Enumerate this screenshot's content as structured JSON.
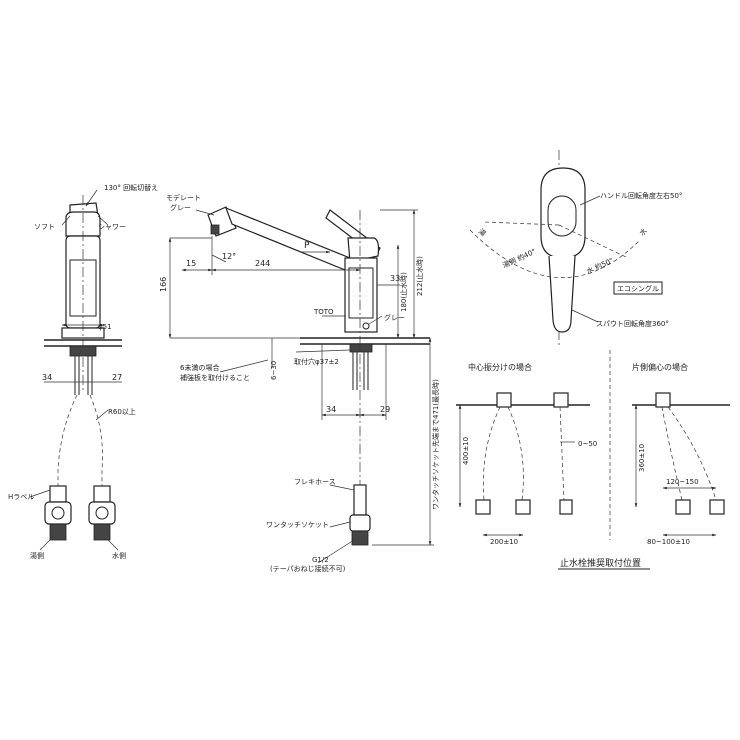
{
  "front_view": {
    "rotation_angle": "130° 回転切替え",
    "soft": "ソフト",
    "shower": "シャワー",
    "dia_51": "φ51",
    "dim_34": "34",
    "dim_27": "27",
    "r60": "R60以上",
    "h_label": "Hラベル",
    "hot_side": "湯側",
    "water_side": "水側"
  },
  "side_view": {
    "moderate_gray": "モデレート\nグレー",
    "angle_12": "12°",
    "dim_15": "15",
    "dim_244": "244",
    "dim_166": "166",
    "dim_33": "33",
    "dim_180": "180(止水時)",
    "dim_212": "212(止水時)",
    "p_mark": "P",
    "toto": "TOTO",
    "gray": "グレー",
    "mount_hole": "取付穴φ37±2",
    "reinforce_note_1": "6未満の場合",
    "reinforce_note_2": "補強板を取付けること",
    "dim_6_30": "6~30",
    "dim_34": "34",
    "dim_29": "29",
    "socket_dim": "ワンタッチソケット先端まで471(最長時)",
    "flexible_hose": "フレキホース",
    "one_touch_socket": "ワンタッチソケット",
    "g_half": "G1/2",
    "taper_note": "(テーパおねじ接続不可)"
  },
  "top_view": {
    "handle_angle": "ハンドル回転角度左右50°",
    "spout_angle": "スパウト回転角度360°",
    "eco_single": "エコシングル",
    "hot_label": "湯",
    "water_label": "水",
    "hot_max": "湯側 約40°",
    "water_max": "水 約50°"
  },
  "valve_positions": {
    "title": "止水栓推奨取付位置",
    "center_title": "中心振分けの場合",
    "offset_title": "片側偏心の場合",
    "dim_400": "400±10",
    "dim_200": "200±10",
    "dim_0_50": "0~50",
    "dim_360": "360±10",
    "dim_120_150": "120~150",
    "dim_80_100": "80~100±10"
  }
}
